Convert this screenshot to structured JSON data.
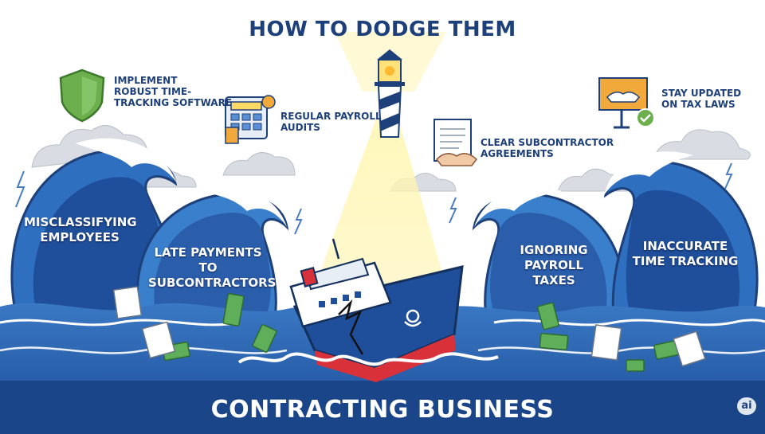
{
  "title": "HOW TO DODGE THEM",
  "tips": [
    {
      "text": "IMPLEMENT\nROBUST TIME-\nTRACKING SOFTWARE",
      "icon": "shield-icon"
    },
    {
      "text": "REGULAR PAYROLL\nAUDITS",
      "icon": "calculator-icon"
    },
    {
      "text": "CLEAR SUBCONTRACTOR\nAGREEMENTS",
      "icon": "contract-handshake-icon"
    },
    {
      "text": "STAY UPDATED\nON TAX LAWS",
      "icon": "handshake-sign-icon"
    }
  ],
  "waves": [
    {
      "label": "MISCLASSIFYING\nEMPLOYEES"
    },
    {
      "label": "LATE PAYMENTS TO\nSUBCONTRACTORS"
    },
    {
      "label": "IGNORING\nPAYROLL TAXES"
    },
    {
      "label": "INACCURATE\nTIME TRACKING"
    }
  ],
  "footer": "CONTRACTING BUSINESS",
  "badge": "ai",
  "colors": {
    "navy": "#1d3f7a",
    "wave_dark": "#1f4f9a",
    "wave_mid": "#2f6fc0",
    "foam": "#ffffff",
    "beam": "#fff3a8",
    "money": "#5fae5a",
    "shield": "#6bb04d"
  }
}
